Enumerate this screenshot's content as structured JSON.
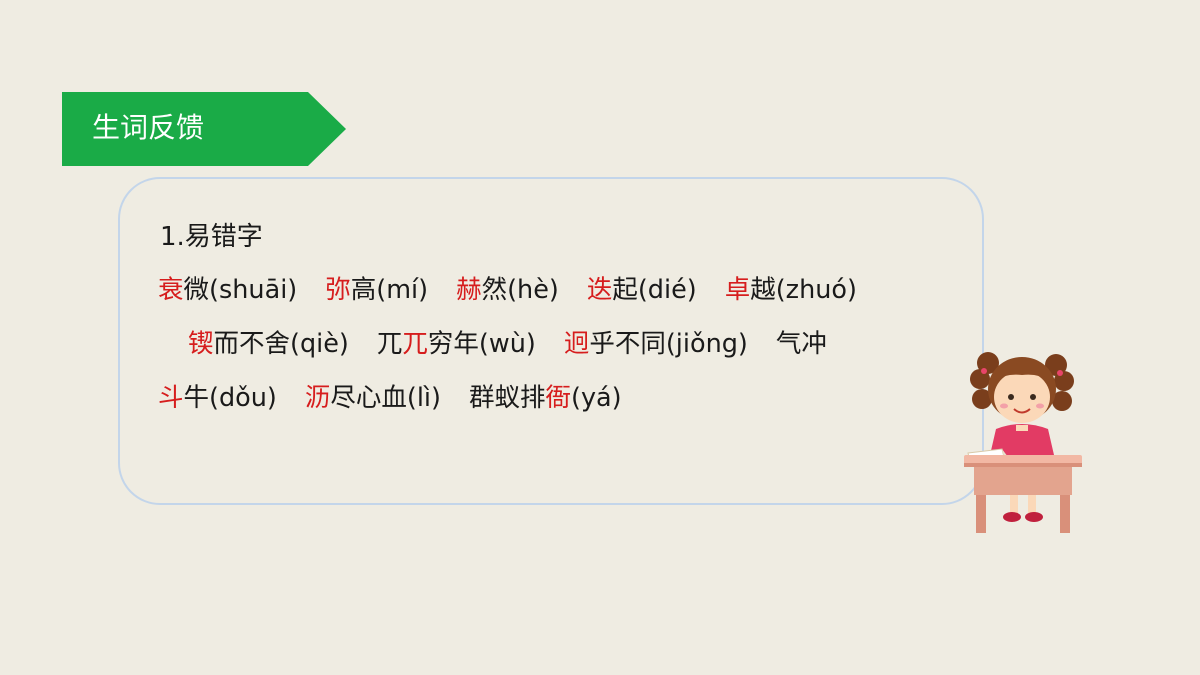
{
  "banner": {
    "title": "生词反馈",
    "color": "#1aab47"
  },
  "section": {
    "heading": "1.易错字"
  },
  "lines": [
    [
      {
        "red": "衰",
        "rest": "微(shuāi)"
      },
      {
        "red": "弥",
        "rest": "高(mí)"
      },
      {
        "red": "赫",
        "rest": "然(hè)"
      },
      {
        "red": "迭",
        "rest": "起(dié)"
      },
      {
        "red": "卓",
        "rest": "越(zhuó)"
      }
    ],
    [
      {
        "red": "锲",
        "rest": "而不舍(qiè)"
      },
      {
        "pre": "兀",
        "red": "兀",
        "rest": "穷年(wù)"
      },
      {
        "red": "迥",
        "rest": "乎不同(jiǒng)"
      },
      {
        "pre": "气冲"
      }
    ],
    [
      {
        "red": "斗",
        "rest": "牛(dǒu)"
      },
      {
        "red": "沥",
        "rest": "尽心血(lì)"
      },
      {
        "pre": "群蚁排",
        "red": "衙",
        "rest": "(yá)"
      }
    ]
  ],
  "colors": {
    "highlight": "#d61d1d",
    "card_border": "#c3d5ea",
    "background": "#efece2"
  },
  "illustration": "girl-reading-at-desk"
}
